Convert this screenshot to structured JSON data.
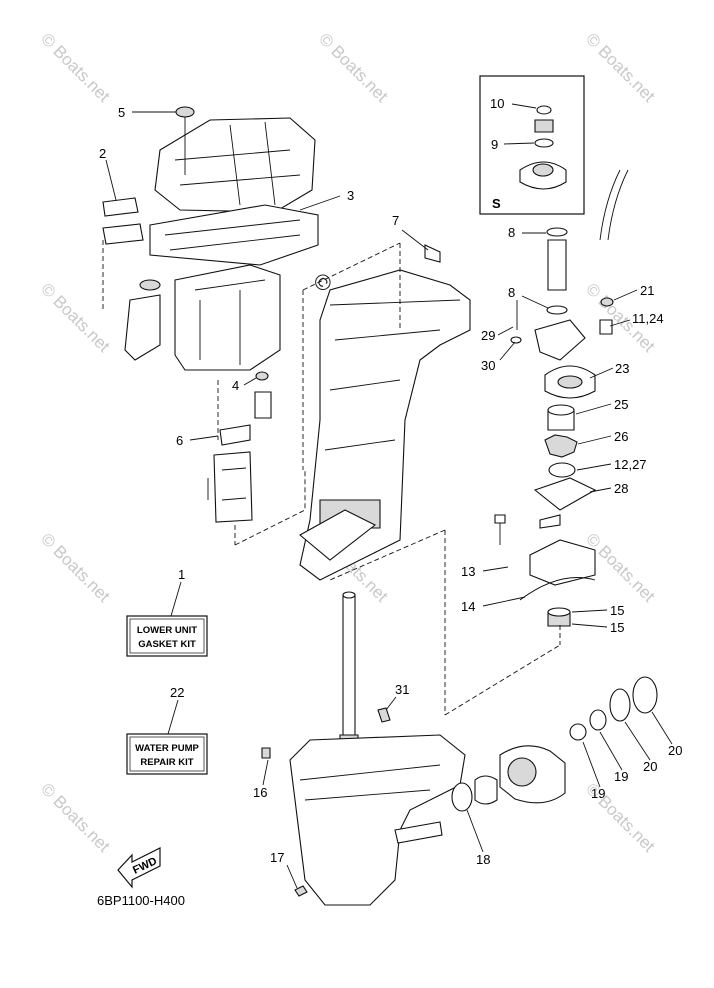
{
  "diagram": {
    "code": "6BP1100-H400",
    "watermark": "© Boats.net",
    "center_watermark": "© Boats.net",
    "inset_label": "S",
    "fwd_label": "FWD",
    "kits": [
      {
        "number": "1",
        "line1": "LOWER UNIT",
        "line2": "GASKET KIT"
      },
      {
        "number": "22",
        "line1": "WATER PUMP",
        "line2": "REPAIR KIT"
      }
    ],
    "callouts": [
      "5",
      "2",
      "3",
      "7",
      "10",
      "9",
      "8",
      "8",
      "21",
      "29",
      "30",
      "11,24",
      "4",
      "23",
      "25",
      "6",
      "26",
      "12,27",
      "28",
      "13",
      "14",
      "15",
      "15",
      "31",
      "16",
      "20",
      "19",
      "19",
      "20",
      "18",
      "17"
    ]
  }
}
